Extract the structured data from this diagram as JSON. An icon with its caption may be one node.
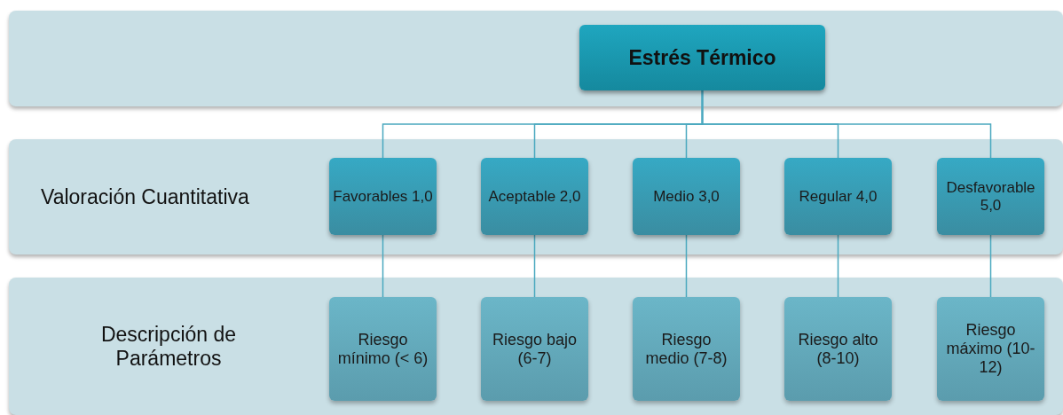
{
  "diagram": {
    "nodes": [
      {
        "text": [],
        "shape": "band"
      },
      {
        "text": [
          "Estrés Térmico"
        ],
        "in": 0
      },
      {
        "text": [
          "Valoración Cuantitativa"
        ]
      },
      {
        "text": [
          "Favorables 1,0"
        ],
        "in": 2
      },
      {
        "text": [
          "Aceptable 2,0"
        ],
        "in": 2
      },
      {
        "text": [
          "Medio 3,0"
        ],
        "in": 2
      },
      {
        "text": [
          "Regular 4,0"
        ],
        "in": 2
      },
      {
        "text": [
          "Desfavorable 5,0"
        ],
        "in": 2
      },
      {
        "text": [
          "Descripción de Parámetros"
        ]
      },
      {
        "text": [
          "Riesgo mínimo (< 6)"
        ],
        "in": 8
      },
      {
        "text": [
          "Riesgo bajo (6-7)"
        ],
        "in": 8
      },
      {
        "text": [
          "Riesgo medio (7-8)"
        ],
        "in": 8
      },
      {
        "text": [
          "Riesgo alto (8-10)"
        ],
        "in": 8
      },
      {
        "text": [
          "Riesgo máximo (10-12)"
        ],
        "in": 8
      }
    ],
    "edges": [
      {
        "from": 1,
        "to": 3,
        "arrow": "none"
      },
      {
        "from": 1,
        "to": 4,
        "arrow": "none"
      },
      {
        "from": 1,
        "to": 5,
        "arrow": "none"
      },
      {
        "from": 1,
        "to": 6,
        "arrow": "none"
      },
      {
        "from": 1,
        "to": 7,
        "arrow": "none"
      },
      {
        "from": 3,
        "to": 9,
        "arrow": "none"
      },
      {
        "from": 4,
        "to": 10,
        "arrow": "none"
      },
      {
        "from": 5,
        "to": 11,
        "arrow": "none"
      },
      {
        "from": 6,
        "to": 12,
        "arrow": "none"
      },
      {
        "from": 7,
        "to": 13,
        "arrow": "none"
      }
    ]
  }
}
